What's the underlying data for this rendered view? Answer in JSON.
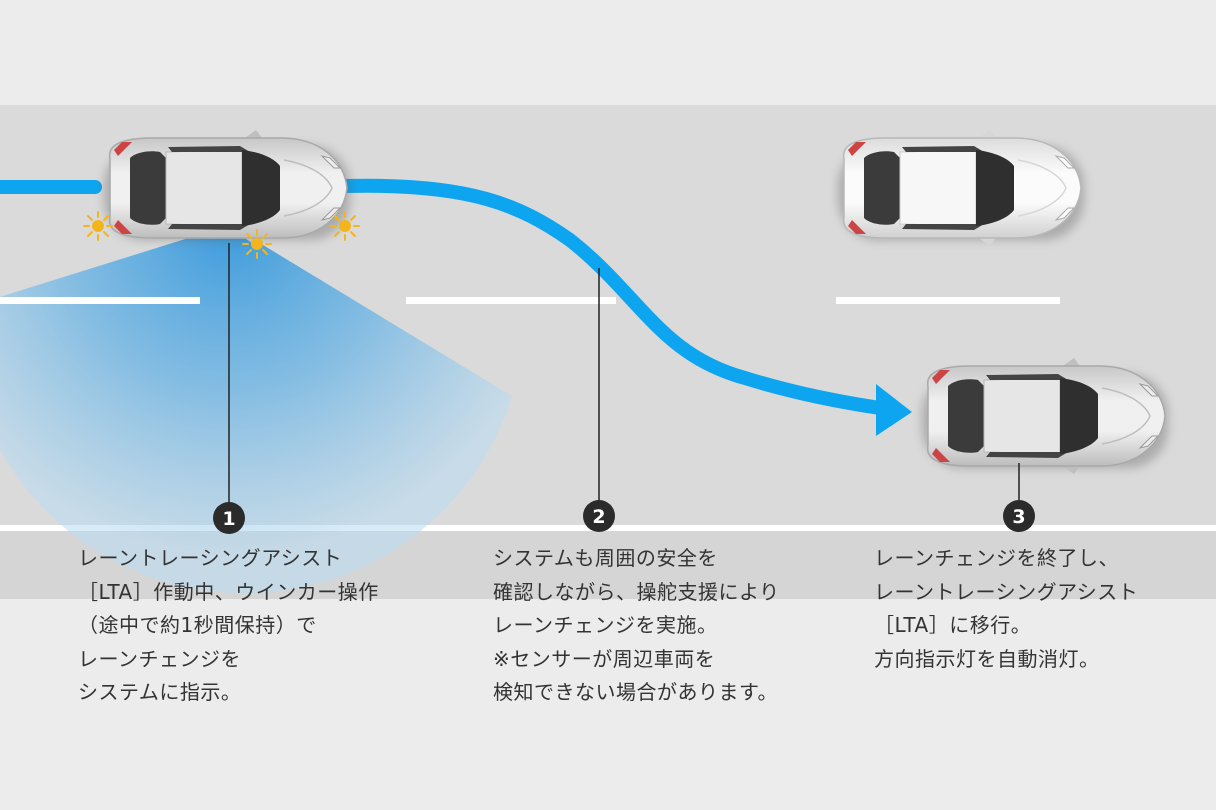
{
  "steps": [
    {
      "number": "1",
      "lines": [
        "レーントレーシングアシスト",
        "［LTA］作動中、ウインカー操作",
        "（途中で約1秒間保持）で",
        "レーンチェンジを",
        "システムに指示。"
      ]
    },
    {
      "number": "2",
      "lines": [
        "システムも周囲の安全を",
        "確認しながら、操舵支援により",
        "レーンチェンジを実施。",
        "※センサーが周辺車両を",
        "検知できない場合があります。"
      ]
    },
    {
      "number": "3",
      "lines": [
        "レーンチェンジを終了し、",
        "レーントレーシングアシスト",
        "［LTA］に移行。",
        "方向指示灯を自動消灯。"
      ]
    }
  ],
  "colors": {
    "page_background": "#ececec",
    "road": "#dadada",
    "lane_marking": "#ffffff",
    "path_arrow": "#0ea5f0",
    "sensor_fan": "#6ab8e8",
    "blinker": "#f3b51b",
    "car_body": "#d9d9d9",
    "badge": "#2b2b2b",
    "text": "#333333"
  },
  "icons": {
    "car_main": "car-top-view-icon",
    "blinker": "turn-signal-icon",
    "path": "lane-change-arrow-icon",
    "sensor": "radar-sensor-fan-icon"
  }
}
